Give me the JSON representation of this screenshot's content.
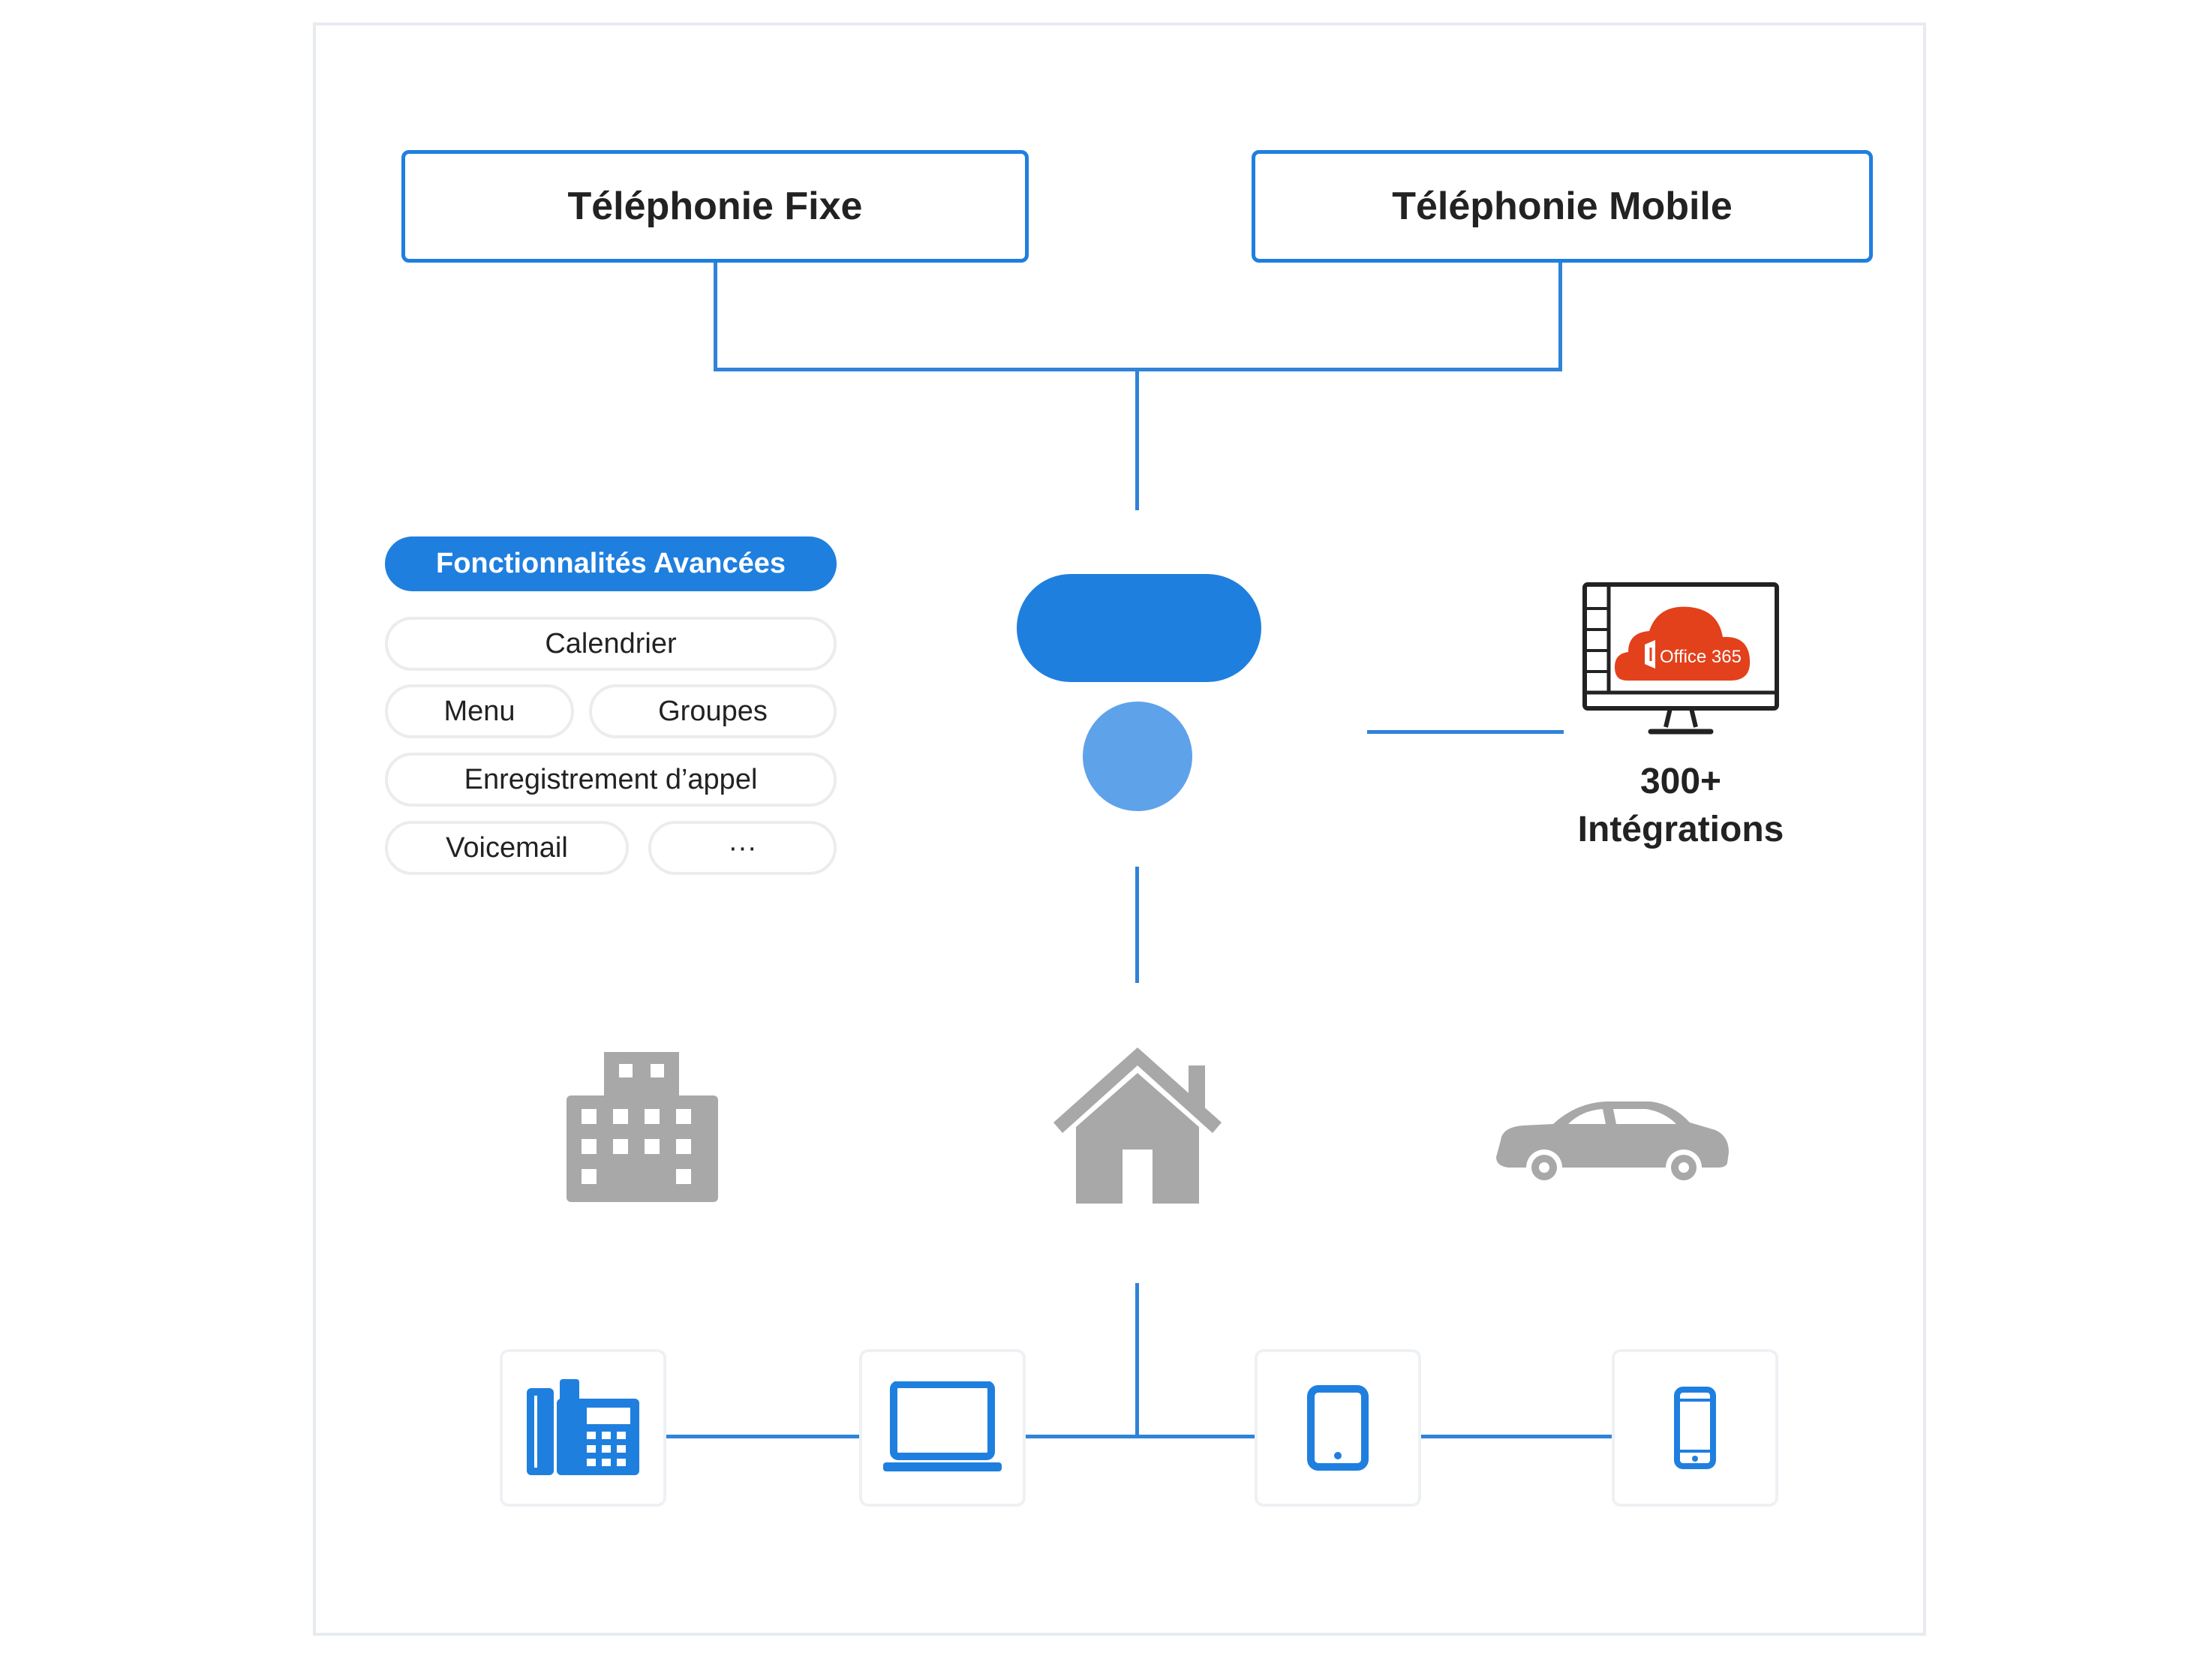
{
  "diagram": {
    "top_boxes": {
      "fixed": "Téléphonie Fixe",
      "mobile": "Téléphonie Mobile"
    },
    "features": {
      "header": "Fonctionnalités Avancées",
      "items": [
        "Calendrier",
        "Menu",
        "Groupes",
        "Enregistrement d’appel",
        "Voicemail",
        "···"
      ]
    },
    "integrations": {
      "count": "300+",
      "label": "Intégrations",
      "logo_text": "Office 365"
    },
    "locations": [
      "office-building-icon",
      "home-icon",
      "car-icon"
    ],
    "devices": [
      "desk-phone-icon",
      "laptop-icon",
      "tablet-icon",
      "smartphone-icon"
    ],
    "colors": {
      "primary_blue": "#1f7fdf",
      "light_blue": "#5ea2ea",
      "icon_gray": "#a8a8a8",
      "office_orange": "#e3411b"
    }
  }
}
